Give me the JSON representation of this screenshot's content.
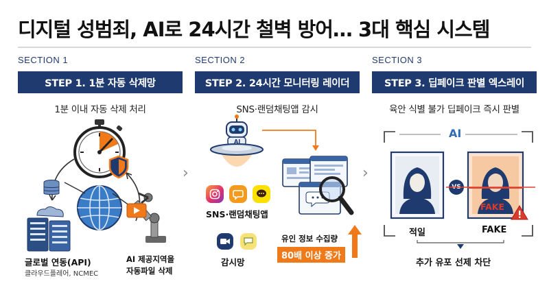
{
  "title": "디지털 성범죄, AI로 24시간 철벽 방어… 3대 핵심 시스템",
  "sections": [
    {
      "label": "SECTION 1",
      "step": "STEP 1. 1분 자동 삭제망",
      "subtitle": "1분 이내 자동 삭제 처리",
      "captions": {
        "global": "글로벌 연동(API)",
        "global_sub": "클라우드플레어, NCMEC",
        "ai_region": "AI 제공지역을",
        "ai_region2": "자동파일 삭제"
      }
    },
    {
      "label": "SECTION 2",
      "step": "STEP 2. 24시간 모니터링 레이더",
      "subtitle": "SNS·랜덤채팅앱 감시",
      "captions": {
        "robot_tag": "AI",
        "apps": "SNS·랜덤채팅앱",
        "monitor": "감시망",
        "collect": "유인 정보 수집량",
        "increase": "80배 이상 증가"
      }
    },
    {
      "label": "SECTION 3",
      "step": "STEP 3. 딥페이크 판별 엑스레이",
      "subtitle": "육안 식별 불가 딥페이크 즉시 판별",
      "captions": {
        "ai": "AI",
        "vs": "VS",
        "fake_stamp": "FAKE",
        "real": "적일",
        "fake": "FAKE",
        "block": "추가 유포 선제 차단"
      }
    }
  ],
  "chevrons": [
    "›",
    "›"
  ],
  "colors": {
    "navy": "#1f3a6e",
    "orange": "#f07a1a",
    "blue": "#2f6db5",
    "red": "#d83a2e"
  },
  "icons": [
    "stopwatch-icon",
    "shield-icon",
    "globe-icon",
    "database-icon",
    "server-icon",
    "cloud-icon",
    "robot-arm-icon",
    "video-icon",
    "robot-ufo-icon",
    "instagram-icon",
    "chat-icon",
    "kakao-icon",
    "video-call-icon",
    "line-icon",
    "browser-window-icon",
    "magnifier-icon",
    "arrow-up-icon",
    "portrait-icon",
    "warning-icon"
  ]
}
